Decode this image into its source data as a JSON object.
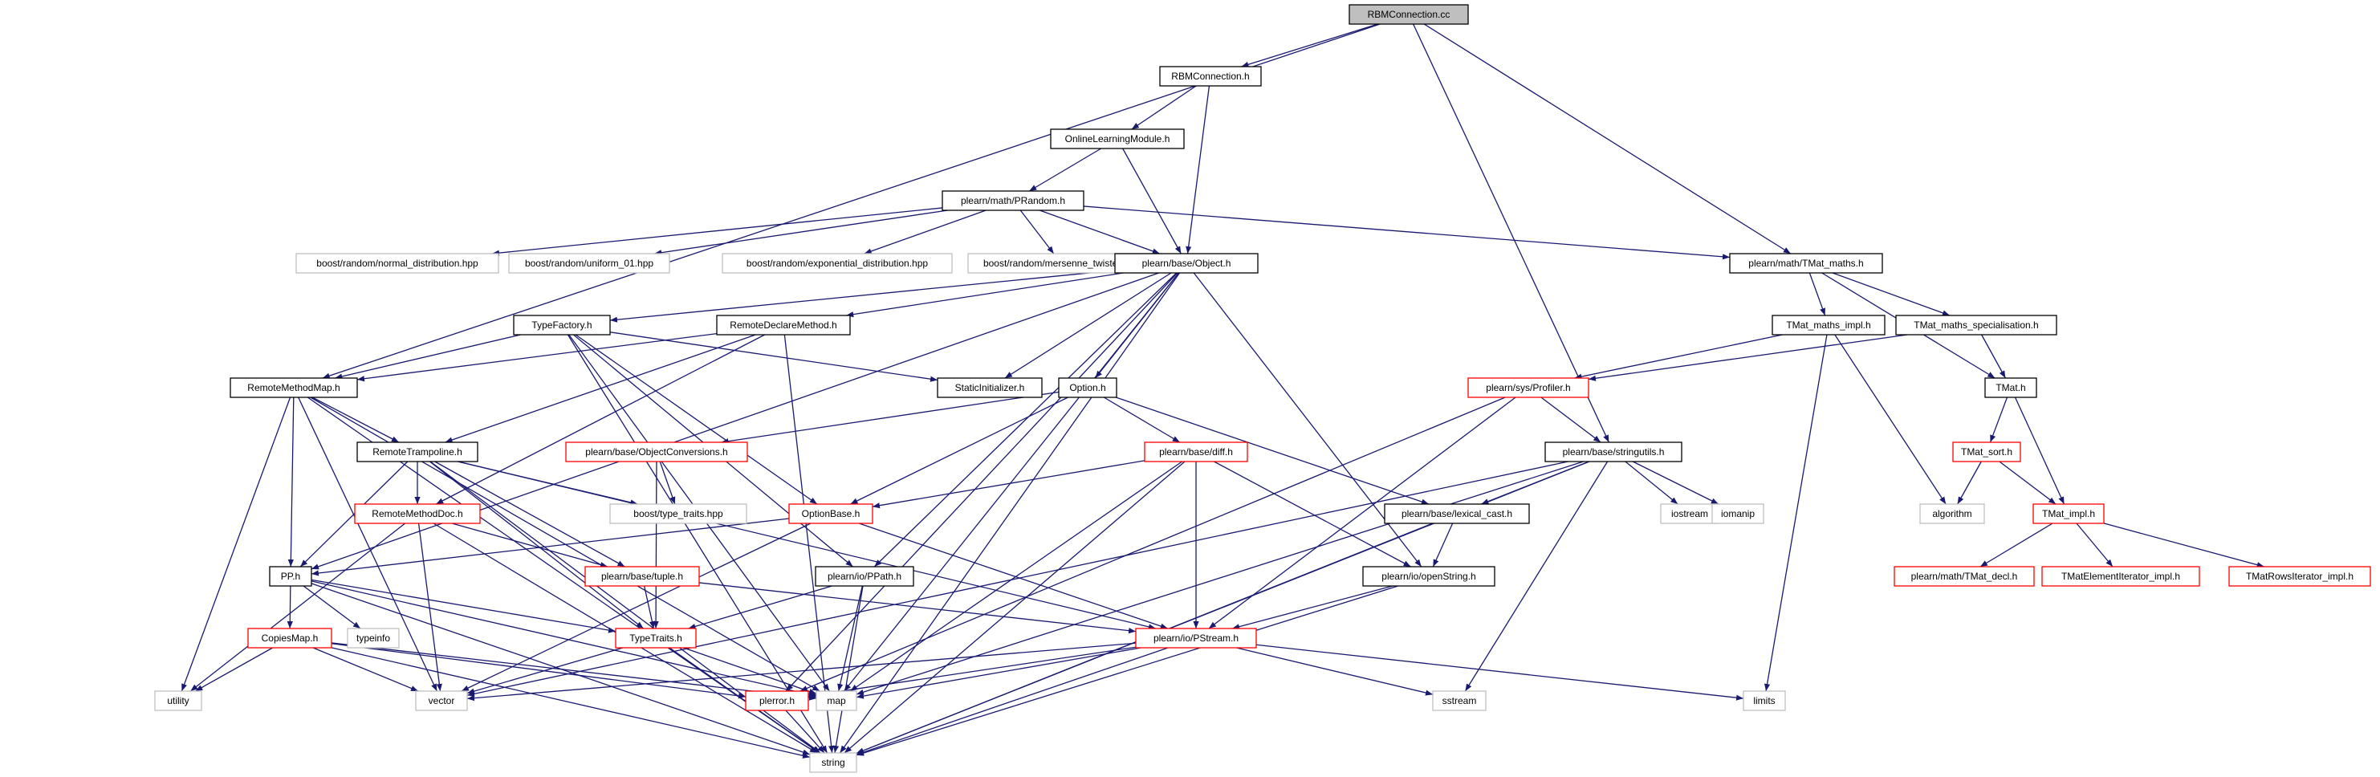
{
  "graph": {
    "nodes": [
      {
        "id": "rbmconnection_cc",
        "label": "RBMConnection.cc",
        "style": "root"
      },
      {
        "id": "rbmconnection_h",
        "label": "RBMConnection.h",
        "style": "normal"
      },
      {
        "id": "onlinelearningmodule_h",
        "label": "OnlineLearningModule.h",
        "style": "normal"
      },
      {
        "id": "prandom_h",
        "label": "plearn/math/PRandom.h",
        "style": "normal"
      },
      {
        "id": "normal_distribution",
        "label": "boost/random/normal_distribution.hpp",
        "style": "external"
      },
      {
        "id": "uniform_01",
        "label": "boost/random/uniform_01.hpp",
        "style": "external"
      },
      {
        "id": "exponential_distribution",
        "label": "boost/random/exponential_distribution.hpp",
        "style": "external"
      },
      {
        "id": "mersenne_twister",
        "label": "boost/random/mersenne_twister.hpp",
        "style": "external"
      },
      {
        "id": "object_h",
        "label": "plearn/base/Object.h",
        "style": "normal"
      },
      {
        "id": "tmat_maths_h",
        "label": "plearn/math/TMat_maths.h",
        "style": "normal"
      },
      {
        "id": "typefactory_h",
        "label": "TypeFactory.h",
        "style": "normal"
      },
      {
        "id": "remotedeclaremethod_h",
        "label": "RemoteDeclareMethod.h",
        "style": "normal"
      },
      {
        "id": "staticinitializer_h",
        "label": "StaticInitializer.h",
        "style": "normal"
      },
      {
        "id": "option_h",
        "label": "Option.h",
        "style": "normal"
      },
      {
        "id": "tmat_maths_impl_h",
        "label": "TMat_maths_impl.h",
        "style": "normal"
      },
      {
        "id": "tmat_maths_specialisation_h",
        "label": "TMat_maths_specialisation.h",
        "style": "normal"
      },
      {
        "id": "tmat_h",
        "label": "TMat.h",
        "style": "normal"
      },
      {
        "id": "remotemethodmap_h",
        "label": "RemoteMethodMap.h",
        "style": "normal"
      },
      {
        "id": "profiler_h",
        "label": "plearn/sys/Profiler.h",
        "style": "truncated"
      },
      {
        "id": "remotetrampoline_h",
        "label": "RemoteTrampoline.h",
        "style": "normal"
      },
      {
        "id": "objectconversions_h",
        "label": "plearn/base/ObjectConversions.h",
        "style": "truncated"
      },
      {
        "id": "diff_h",
        "label": "plearn/base/diff.h",
        "style": "truncated"
      },
      {
        "id": "stringutils_h",
        "label": "plearn/base/stringutils.h",
        "style": "normal"
      },
      {
        "id": "tmat_sort_h",
        "label": "TMat_sort.h",
        "style": "truncated"
      },
      {
        "id": "remotemethoddoc_h",
        "label": "RemoteMethodDoc.h",
        "style": "truncated"
      },
      {
        "id": "type_traits_hpp",
        "label": "boost/type_traits.hpp",
        "style": "external"
      },
      {
        "id": "optionbase_h",
        "label": "OptionBase.h",
        "style": "truncated"
      },
      {
        "id": "lexical_cast_h",
        "label": "plearn/base/lexical_cast.h",
        "style": "normal"
      },
      {
        "id": "iostream",
        "label": "iostream",
        "style": "external"
      },
      {
        "id": "iomanip",
        "label": "iomanip",
        "style": "external"
      },
      {
        "id": "algorithm",
        "label": "algorithm",
        "style": "external"
      },
      {
        "id": "tmat_impl_h",
        "label": "TMat_impl.h",
        "style": "truncated"
      },
      {
        "id": "pp_h",
        "label": "PP.h",
        "style": "normal"
      },
      {
        "id": "tuple_h",
        "label": "plearn/base/tuple.h",
        "style": "truncated"
      },
      {
        "id": "ppath_h",
        "label": "plearn/io/PPath.h",
        "style": "normal"
      },
      {
        "id": "openstring_h",
        "label": "plearn/io/openString.h",
        "style": "normal"
      },
      {
        "id": "tmat_decl_h",
        "label": "plearn/math/TMat_decl.h",
        "style": "truncated"
      },
      {
        "id": "tmatelementiterator_h",
        "label": "TMatElementIterator_impl.h",
        "style": "truncated"
      },
      {
        "id": "tmatrowsiterator_h",
        "label": "TMatRowsIterator_impl.h",
        "style": "truncated"
      },
      {
        "id": "typeinfo",
        "label": "typeinfo",
        "style": "external"
      },
      {
        "id": "copiesmap_h",
        "label": "CopiesMap.h",
        "style": "truncated"
      },
      {
        "id": "typetraits_h",
        "label": "TypeTraits.h",
        "style": "truncated"
      },
      {
        "id": "pstream_h",
        "label": "plearn/io/PStream.h",
        "style": "truncated"
      },
      {
        "id": "utility",
        "label": "utility",
        "style": "external"
      },
      {
        "id": "vector",
        "label": "vector",
        "style": "external"
      },
      {
        "id": "perror_h",
        "label": "plerror.h",
        "style": "truncated"
      },
      {
        "id": "map",
        "label": "map",
        "style": "external"
      },
      {
        "id": "sstream",
        "label": "sstream",
        "style": "external"
      },
      {
        "id": "limits",
        "label": "limits",
        "style": "external"
      },
      {
        "id": "string",
        "label": "string",
        "style": "external"
      }
    ],
    "edges": [
      [
        "rbmconnection_cc",
        "rbmconnection_h"
      ],
      [
        "rbmconnection_cc",
        "remotemethodmap_h"
      ],
      [
        "rbmconnection_cc",
        "stringutils_h"
      ],
      [
        "rbmconnection_cc",
        "tmat_maths_h"
      ],
      [
        "rbmconnection_h",
        "onlinelearningmodule_h"
      ],
      [
        "rbmconnection_h",
        "object_h"
      ],
      [
        "onlinelearningmodule_h",
        "prandom_h"
      ],
      [
        "onlinelearningmodule_h",
        "object_h"
      ],
      [
        "prandom_h",
        "normal_distribution"
      ],
      [
        "prandom_h",
        "uniform_01"
      ],
      [
        "prandom_h",
        "exponential_distribution"
      ],
      [
        "prandom_h",
        "mersenne_twister"
      ],
      [
        "prandom_h",
        "object_h"
      ],
      [
        "prandom_h",
        "tmat_maths_h"
      ],
      [
        "object_h",
        "typefactory_h"
      ],
      [
        "object_h",
        "remotedeclaremethod_h"
      ],
      [
        "object_h",
        "staticinitializer_h"
      ],
      [
        "object_h",
        "option_h"
      ],
      [
        "object_h",
        "pp_h"
      ],
      [
        "object_h",
        "ppath_h"
      ],
      [
        "object_h",
        "openstring_h"
      ],
      [
        "object_h",
        "perror_h"
      ],
      [
        "object_h",
        "map"
      ],
      [
        "object_h",
        "string"
      ],
      [
        "tmat_maths_h",
        "tmat_maths_impl_h"
      ],
      [
        "tmat_maths_h",
        "tmat_maths_specialisation_h"
      ],
      [
        "tmat_maths_h",
        "tmat_h"
      ],
      [
        "typefactory_h",
        "remotemethodmap_h"
      ],
      [
        "typefactory_h",
        "staticinitializer_h"
      ],
      [
        "typefactory_h",
        "optionbase_h"
      ],
      [
        "typefactory_h",
        "ppath_h"
      ],
      [
        "typefactory_h",
        "map"
      ],
      [
        "typefactory_h",
        "string"
      ],
      [
        "remotedeclaremethod_h",
        "remotemethodmap_h"
      ],
      [
        "remotedeclaremethod_h",
        "remotetrampoline_h"
      ],
      [
        "remotedeclaremethod_h",
        "remotemethoddoc_h"
      ],
      [
        "remotedeclaremethod_h",
        "string"
      ],
      [
        "option_h",
        "objectconversions_h"
      ],
      [
        "option_h",
        "diff_h"
      ],
      [
        "option_h",
        "optionbase_h"
      ],
      [
        "option_h",
        "lexical_cast_h"
      ],
      [
        "tmat_maths_impl_h",
        "profiler_h"
      ],
      [
        "tmat_maths_impl_h",
        "algorithm"
      ],
      [
        "tmat_maths_impl_h",
        "limits"
      ],
      [
        "tmat_maths_specialisation_h",
        "profiler_h"
      ],
      [
        "tmat_maths_specialisation_h",
        "tmat_h"
      ],
      [
        "tmat_h",
        "tmat_sort_h"
      ],
      [
        "tmat_h",
        "tmat_impl_h"
      ],
      [
        "remotemethodmap_h",
        "remotetrampoline_h"
      ],
      [
        "remotemethodmap_h",
        "pp_h"
      ],
      [
        "remotemethodmap_h",
        "map"
      ],
      [
        "remotemethodmap_h",
        "vector"
      ],
      [
        "remotemethodmap_h",
        "utility"
      ],
      [
        "remotemethodmap_h",
        "string"
      ],
      [
        "profiler_h",
        "stringutils_h"
      ],
      [
        "profiler_h",
        "pstream_h"
      ],
      [
        "profiler_h",
        "perror_h"
      ],
      [
        "remotetrampoline_h",
        "remotemethoddoc_h"
      ],
      [
        "remotetrampoline_h",
        "type_traits_hpp"
      ],
      [
        "remotetrampoline_h",
        "tuple_h"
      ],
      [
        "remotetrampoline_h",
        "typetraits_h"
      ],
      [
        "remotetrampoline_h",
        "pstream_h"
      ],
      [
        "remotetrampoline_h",
        "pp_h"
      ],
      [
        "remotetrampoline_h",
        "string"
      ],
      [
        "objectconversions_h",
        "type_traits_hpp"
      ],
      [
        "objectconversions_h",
        "typetraits_h"
      ],
      [
        "diff_h",
        "optionbase_h"
      ],
      [
        "diff_h",
        "openstring_h"
      ],
      [
        "diff_h",
        "pstream_h"
      ],
      [
        "diff_h",
        "map"
      ],
      [
        "diff_h",
        "string"
      ],
      [
        "stringutils_h",
        "lexical_cast_h"
      ],
      [
        "stringutils_h",
        "iostream"
      ],
      [
        "stringutils_h",
        "iomanip"
      ],
      [
        "stringutils_h",
        "map"
      ],
      [
        "stringutils_h",
        "vector"
      ],
      [
        "stringutils_h",
        "sstream"
      ],
      [
        "stringutils_h",
        "string"
      ],
      [
        "tmat_sort_h",
        "algorithm"
      ],
      [
        "tmat_sort_h",
        "tmat_impl_h"
      ],
      [
        "remotemethoddoc_h",
        "tuple_h"
      ],
      [
        "remotemethoddoc_h",
        "vector"
      ],
      [
        "remotemethoddoc_h",
        "utility"
      ],
      [
        "remotemethoddoc_h",
        "string"
      ],
      [
        "optionbase_h",
        "pp_h"
      ],
      [
        "optionbase_h",
        "pstream_h"
      ],
      [
        "optionbase_h",
        "vector"
      ],
      [
        "lexical_cast_h",
        "openstring_h"
      ],
      [
        "lexical_cast_h",
        "string"
      ],
      [
        "tmat_impl_h",
        "tmat_decl_h"
      ],
      [
        "tmat_impl_h",
        "tmatelementiterator_h"
      ],
      [
        "tmat_impl_h",
        "tmatrowsiterator_h"
      ],
      [
        "pp_h",
        "copiesmap_h"
      ],
      [
        "pp_h",
        "typeinfo"
      ],
      [
        "pp_h",
        "typetraits_h"
      ],
      [
        "pp_h",
        "map"
      ],
      [
        "pp_h",
        "string"
      ],
      [
        "tuple_h",
        "typetraits_h"
      ],
      [
        "tuple_h",
        "pstream_h"
      ],
      [
        "ppath_h",
        "typetraits_h"
      ],
      [
        "ppath_h",
        "map"
      ],
      [
        "ppath_h",
        "string"
      ],
      [
        "openstring_h",
        "pstream_h"
      ],
      [
        "openstring_h",
        "string"
      ],
      [
        "copiesmap_h",
        "utility"
      ],
      [
        "copiesmap_h",
        "vector"
      ],
      [
        "copiesmap_h",
        "map"
      ],
      [
        "copiesmap_h",
        "perror_h"
      ],
      [
        "copiesmap_h",
        "string"
      ],
      [
        "typetraits_h",
        "vector"
      ],
      [
        "typetraits_h",
        "map"
      ],
      [
        "typetraits_h",
        "string"
      ],
      [
        "pstream_h",
        "perror_h"
      ],
      [
        "pstream_h",
        "map"
      ],
      [
        "pstream_h",
        "vector"
      ],
      [
        "pstream_h",
        "sstream"
      ],
      [
        "pstream_h",
        "limits"
      ],
      [
        "pstream_h",
        "string"
      ],
      [
        "perror_h",
        "string"
      ]
    ]
  },
  "colors": {
    "edge": "#191970",
    "root_fill": "#bfbfbf",
    "normal_border": "#000000",
    "truncated_border": "#ff0000",
    "external_border": "#bfbfbf",
    "text": "#000000"
  }
}
